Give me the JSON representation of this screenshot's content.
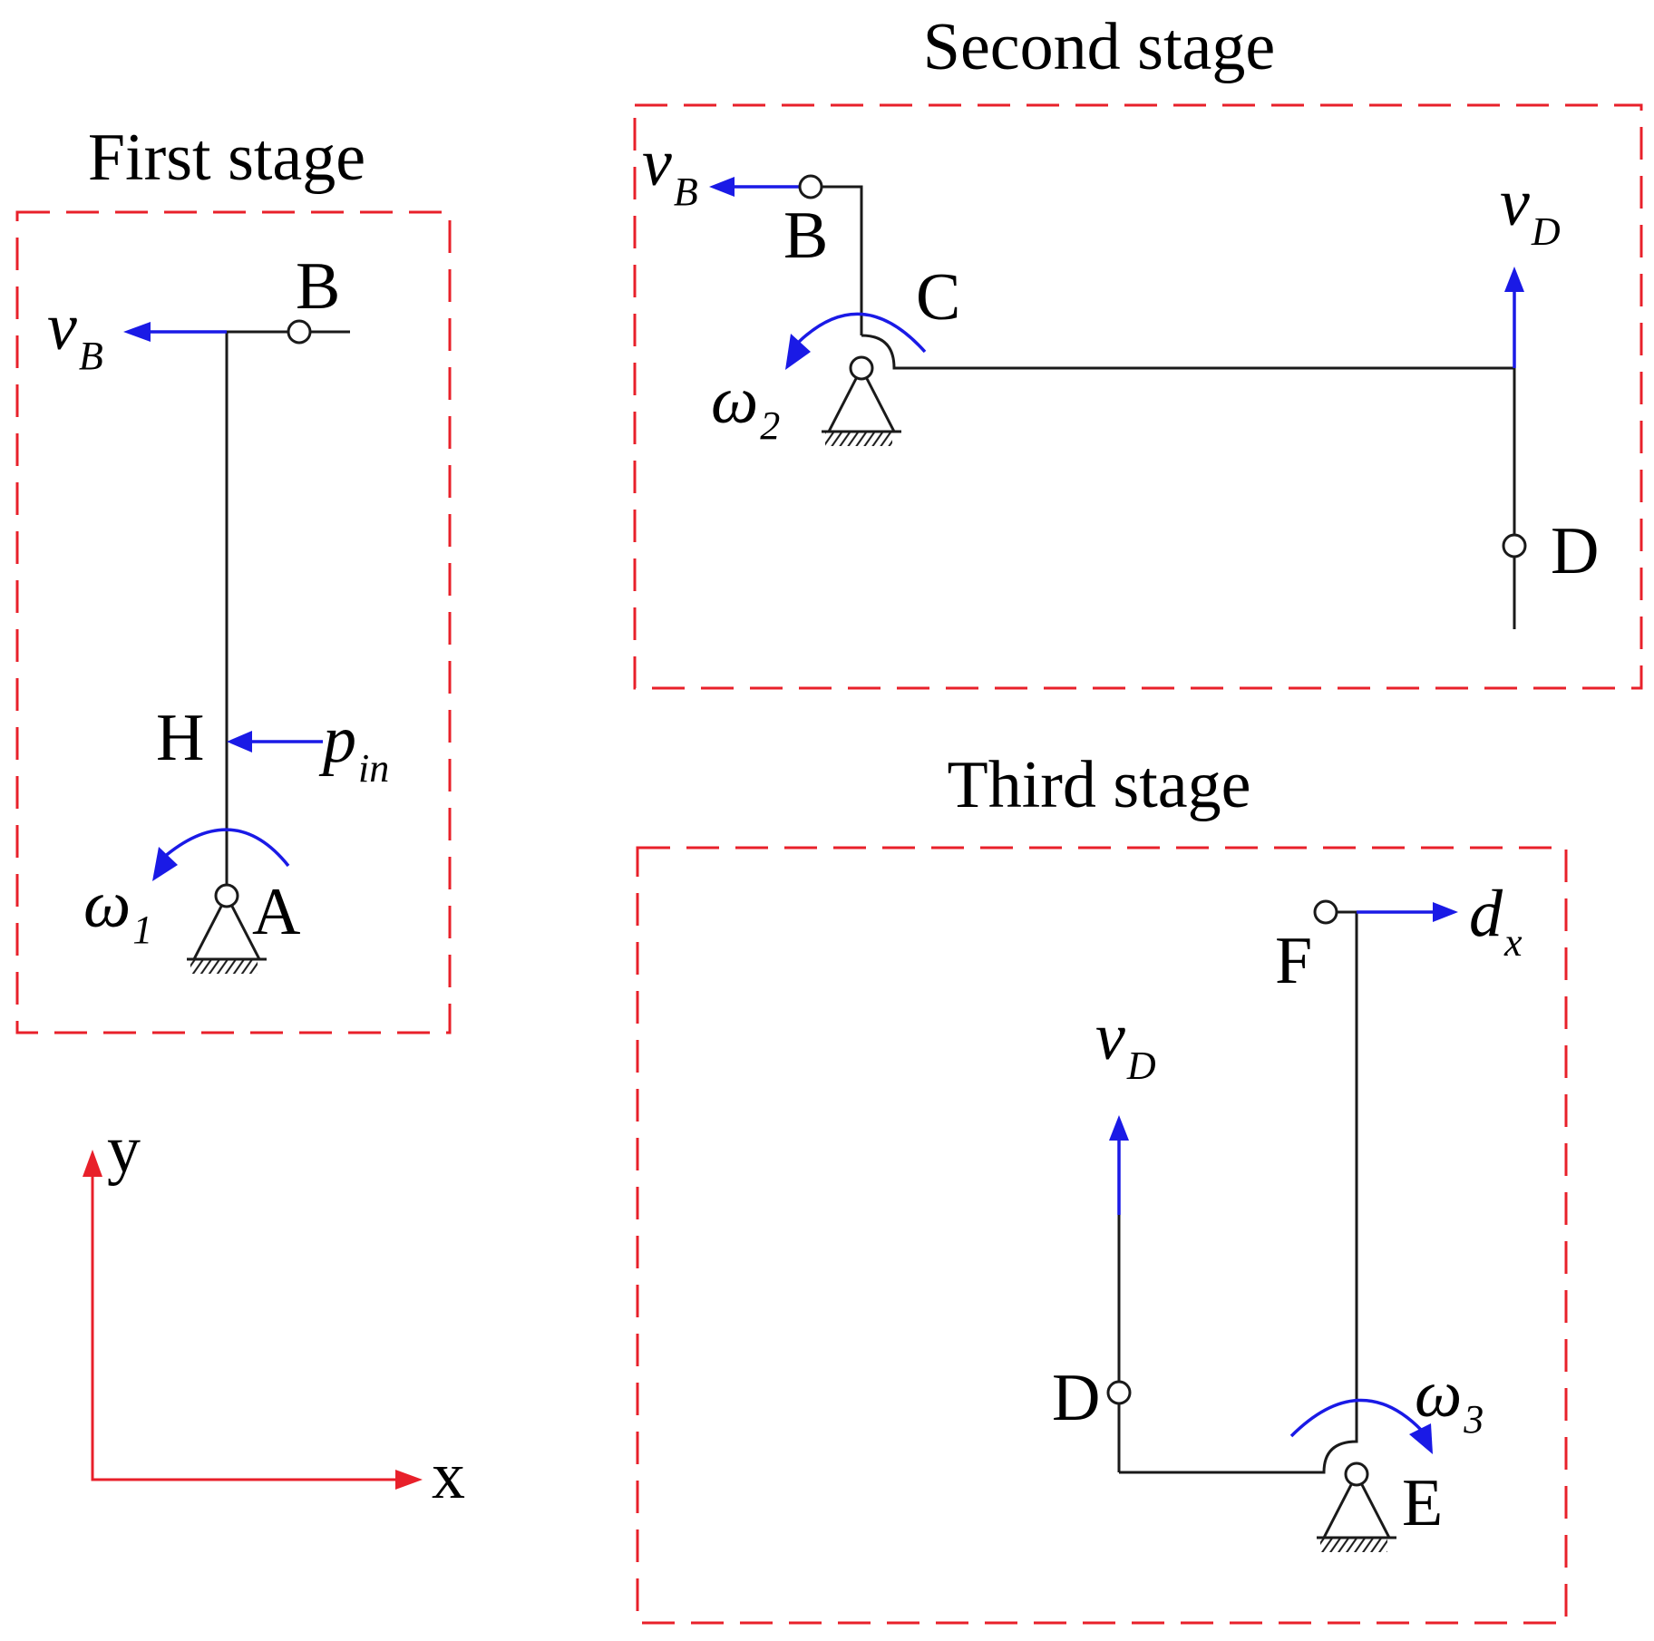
{
  "stages": {
    "first": {
      "title": "First stage"
    },
    "second": {
      "title": "Second stage"
    },
    "third": {
      "title": "Third stage"
    }
  },
  "points": {
    "A": "A",
    "B": "B",
    "C": "C",
    "D": "D",
    "E": "E",
    "F": "F",
    "H": "H"
  },
  "vectors": {
    "vB": {
      "main": "v",
      "sub": "B"
    },
    "vD": {
      "main": "v",
      "sub": "D"
    },
    "pin": {
      "main": "p",
      "sub": "in"
    },
    "dx": {
      "main": "d",
      "sub": "x"
    },
    "w1": {
      "main": "ω",
      "sub": "1"
    },
    "w2": {
      "main": "ω",
      "sub": "2"
    },
    "w3": {
      "main": "ω",
      "sub": "3"
    }
  },
  "axes": {
    "x": "x",
    "y": "y"
  },
  "colors": {
    "frame": "#e8202a",
    "vector": "#1a1ae6",
    "axis": "#e8202a",
    "link": "#1a1a1a"
  }
}
